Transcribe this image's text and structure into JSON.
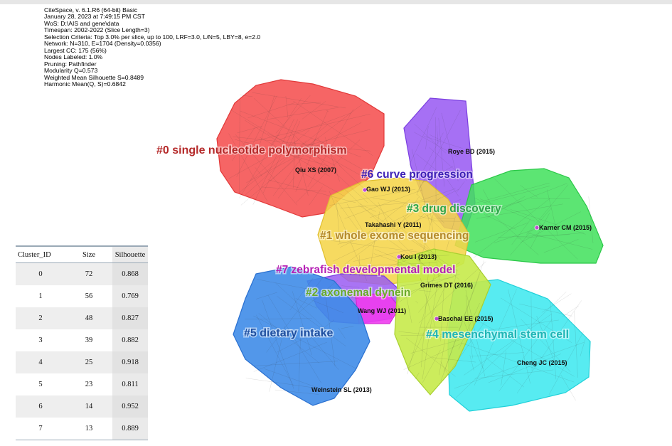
{
  "header": {
    "lines": [
      "CiteSpace, v. 6.1.R6 (64-bit) Basic",
      "January 28, 2023 at 7:49:15 PM CST",
      "WoS: D:\\AIS and gene\\data",
      "Timespan: 2002-2022 (Slice Length=3)",
      "Selection Criteria: Top 3.0% per slice, up to 100, LRF=3.0, L/N=5, LBY=8, e=2.0",
      "Network: N=310, E=1704 (Density=0.0356)",
      "Largest CC: 175 (56%)",
      "Nodes Labeled: 1.0%",
      "Pruning: Pathfinder",
      "Modularity Q=0.573",
      "Weighted Mean Silhouette S=0.8489",
      "Harmonic Mean(Q, S)=0.6842"
    ]
  },
  "clusters": [
    {
      "label": "#0 single nucleotide polymorphism",
      "color": "#b52a2a",
      "fill": "#f44a4a"
    },
    {
      "label": "#6 curve progression",
      "color": "#3b1fb5",
      "fill": "#9a5cf2"
    },
    {
      "label": "#3 drug discovery",
      "color": "#2ea64a",
      "fill": "#3fe05a"
    },
    {
      "label": "#1 whole exome sequencing",
      "color": "#b58a2a",
      "fill": "#f5d54a"
    },
    {
      "label": "#7 zebrafish developmental model",
      "color": "#b51fb5",
      "fill": "#ee3cee"
    },
    {
      "label": "#2 axonemal dynein",
      "color": "#6aab2a",
      "fill": "#c6ea4a"
    },
    {
      "label": "#5 dietary intake",
      "color": "#1f4fa0",
      "fill": "#3f8ce8"
    },
    {
      "label": "#4 mesenchymal stem cell",
      "color": "#1fb5b5",
      "fill": "#3ae8ee"
    }
  ],
  "nodes": [
    "Qiu XS (2007)",
    "Roye BD (2015)",
    "Gao WJ (2013)",
    "Takahashi Y (2011)",
    "Karner CM (2015)",
    "Kou I (2013)",
    "Grimes DT (2016)",
    "Wang WJ (2011)",
    "Baschal EE (2015)",
    "Cheng JC (2015)",
    "Weinstein SL (2013)"
  ],
  "table": {
    "headers": [
      "Cluster_ID",
      "Size",
      "Silhouette"
    ],
    "rows": [
      [
        "0",
        "72",
        "0.868"
      ],
      [
        "1",
        "56",
        "0.769"
      ],
      [
        "2",
        "48",
        "0.827"
      ],
      [
        "3",
        "39",
        "0.882"
      ],
      [
        "4",
        "25",
        "0.918"
      ],
      [
        "5",
        "23",
        "0.811"
      ],
      [
        "6",
        "14",
        "0.952"
      ],
      [
        "7",
        "13",
        "0.889"
      ]
    ]
  }
}
